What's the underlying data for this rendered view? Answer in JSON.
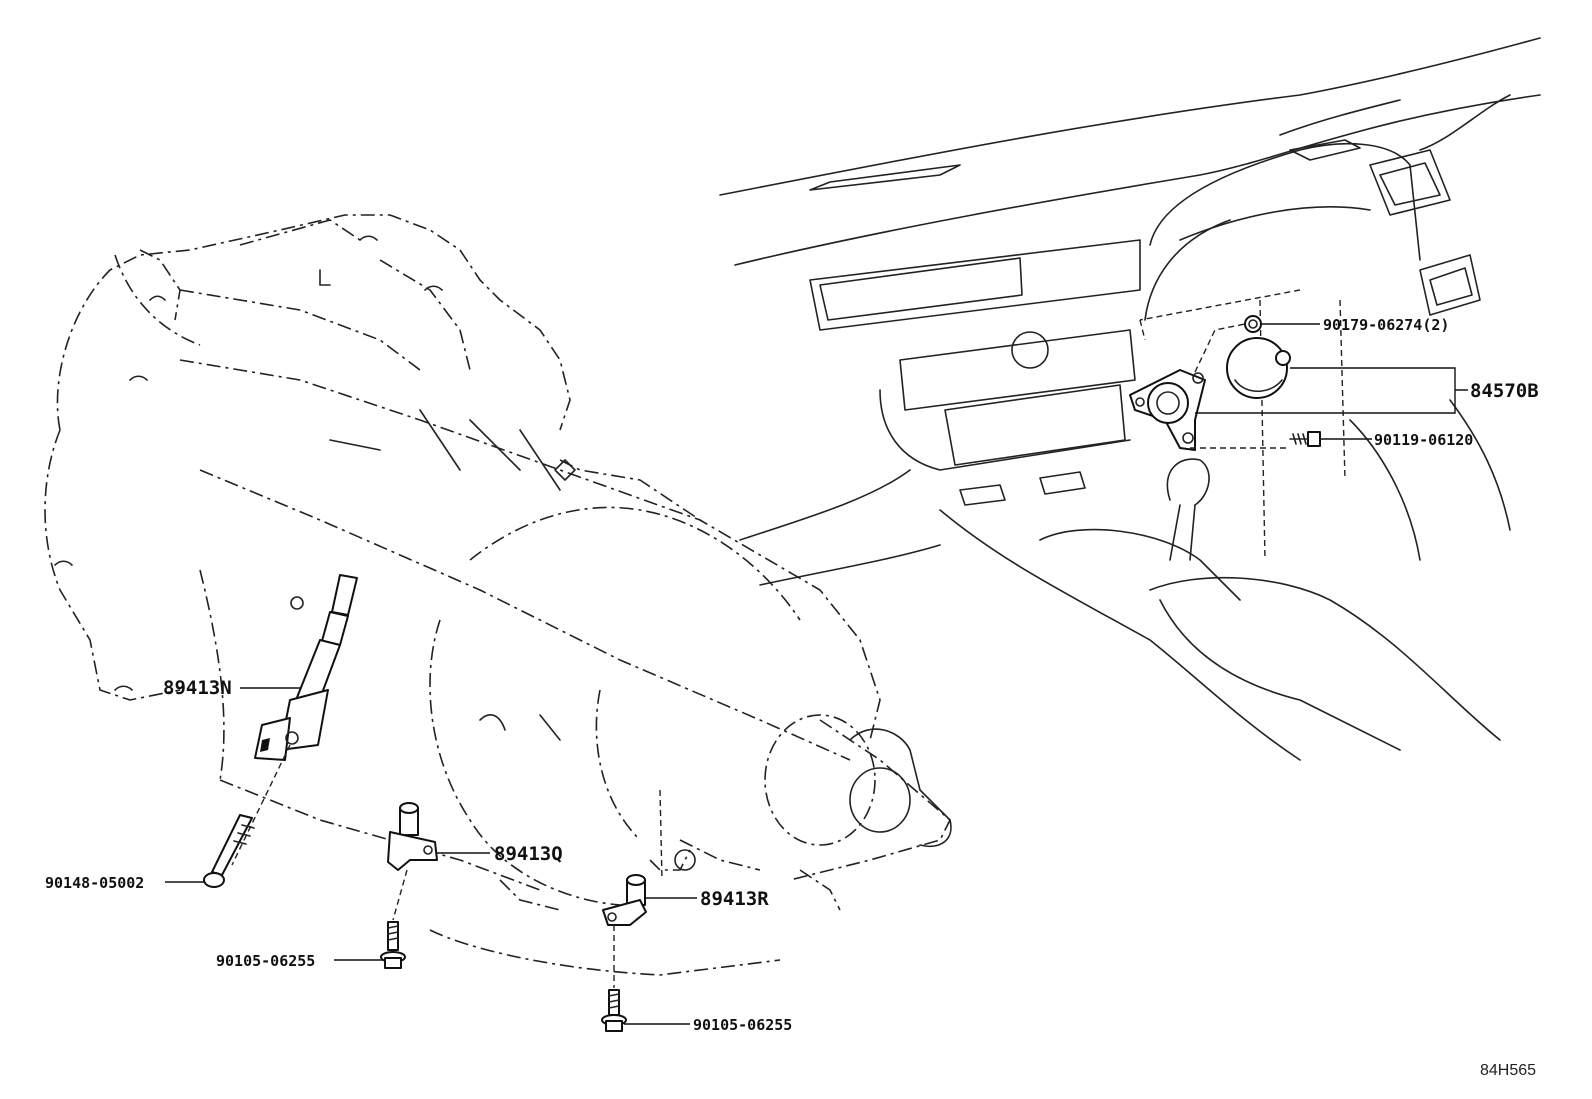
{
  "callouts": {
    "p90179": "90179-06274(2)",
    "p84570b": "84570B",
    "p90119": "90119-06120",
    "p89413n": "89413N",
    "p89413q": "89413Q",
    "p89413r": "89413R",
    "p90148": "90148-05002",
    "p90105a": "90105-06255",
    "p90105b": "90105-06255"
  },
  "illustration_code": "84H565",
  "icons": {
    "transmission": "transmission-assembly-icon",
    "dashboard": "dashboard-interior-icon",
    "sensors": "speed-sensor-icon",
    "switch": "shift-switch-icon",
    "bolts": "bolt-icon"
  }
}
